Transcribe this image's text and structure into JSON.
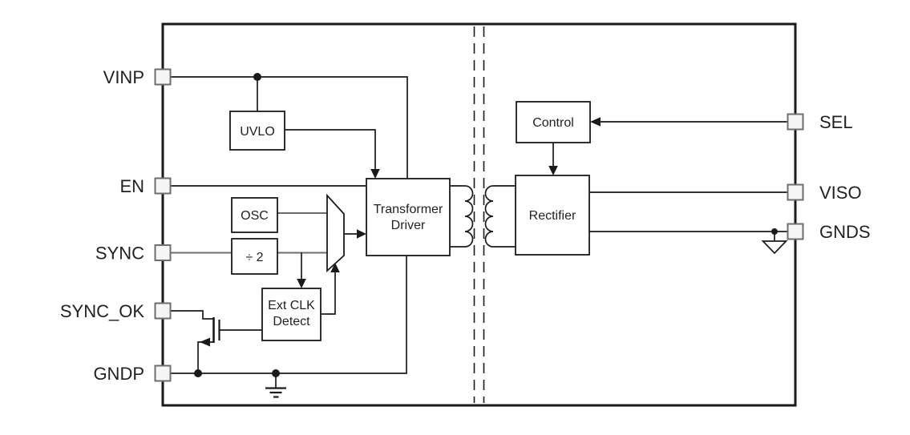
{
  "diagram": {
    "pins_left": [
      {
        "label": "VINP"
      },
      {
        "label": "EN"
      },
      {
        "label": "SYNC"
      },
      {
        "label": "SYNC_OK"
      },
      {
        "label": "GNDP"
      }
    ],
    "pins_right": [
      {
        "label": "SEL"
      },
      {
        "label": "VISO"
      },
      {
        "label": "GNDS"
      }
    ],
    "blocks": {
      "uvlo": "UVLO",
      "osc": "OSC",
      "div2": "÷ 2",
      "ext_clk_line1": "Ext CLK",
      "ext_clk_line2": "Detect",
      "transformer_driver_line1": "Transformer",
      "transformer_driver_line2": "Driver",
      "control": "Control",
      "rectifier": "Rectifier"
    },
    "colors": {
      "wire": "#1a1a1a",
      "wire_alt": "#6b6b6b",
      "text": "#231f20",
      "pin_fill": "#f5f5f5",
      "pin_border": "#6e6e6e",
      "background": "#ffffff"
    }
  }
}
